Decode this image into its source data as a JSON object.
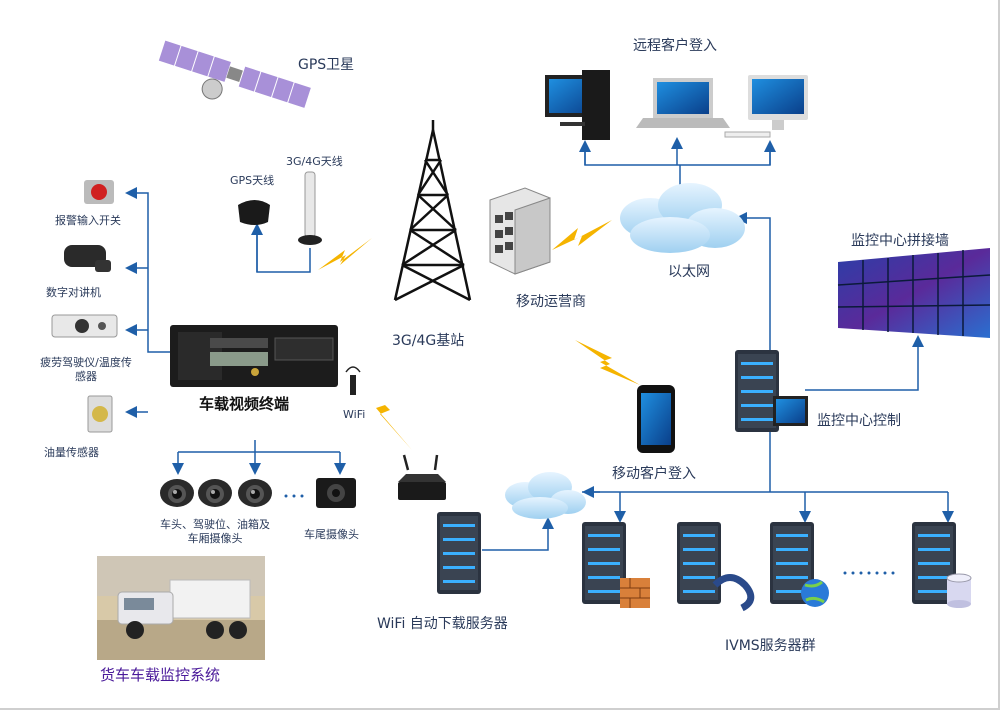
{
  "labels": {
    "gps_satellite": "GPS卫星",
    "remote_client_login": "远程客户登入",
    "gps_antenna": "GPS天线",
    "antenna_3g4g": "3G/4G天线",
    "alarm_switch": "报警输入开关",
    "digital_intercom": "数字对讲机",
    "fatigue_sensor": "疲劳驾驶仪/温度传感器",
    "oil_sensor": "油量传感器",
    "vehicle_terminal": "车载视频终端",
    "wifi": "WiFi",
    "base_station": "3G/4G基站",
    "mobile_operator": "移动运营商",
    "ethernet": "以太网",
    "video_wall": "监控中心拼接墙",
    "mobile_client_login": "移动客户登入",
    "monitor_control": "监控中心控制",
    "front_cameras": "车头、驾驶位、油箱及车厢摄像头",
    "rear_camera": "车尾摄像头",
    "wifi_server": "WiFi 自动下载服务器",
    "ivms_servers": "IVMS服务器群",
    "truck_system": "货车车载监控系统"
  },
  "colors": {
    "line": "#1f5fa8",
    "lightning": "#f5b400",
    "cloud": "#bfe0f5",
    "server": "#2b3340",
    "server_led": "#3ab0ff",
    "purple_text": "#4a1a9a"
  }
}
